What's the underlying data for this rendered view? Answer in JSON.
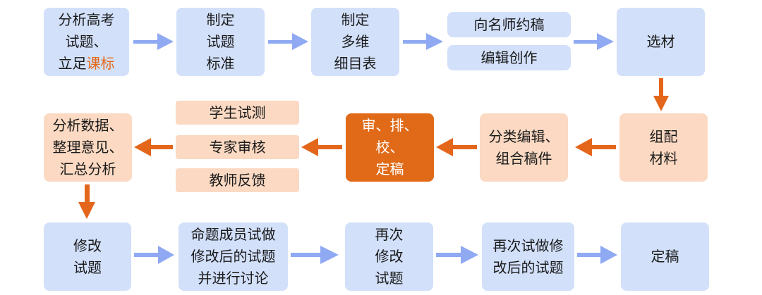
{
  "colors": {
    "blue_fill": "#d2e0fa",
    "peach_fill": "#fbd9c2",
    "dark_fill": "#e06a18",
    "blue_arrow": "#8fa9f3",
    "orange_arrow": "#e4661b",
    "highlight_text": "#e46a1c"
  },
  "nodes": {
    "analyze": {
      "lines": [
        "分析高考",
        "试题、"
      ],
      "line3_prefix": "立足",
      "line3_highlight": "课标"
    },
    "set_criteria": {
      "lines": [
        "制定",
        "试题",
        "标准"
      ]
    },
    "multi_table": {
      "lines": [
        "制定",
        "多维",
        "细目表"
      ]
    },
    "solicit": {
      "lines": [
        "向名师约稿"
      ]
    },
    "edit_create": {
      "lines": [
        "编辑创作"
      ]
    },
    "select": {
      "lines": [
        "选材"
      ]
    },
    "compose": {
      "lines": [
        "组配",
        "材料"
      ]
    },
    "classify": {
      "lines": [
        "分类编辑、",
        "组合稿件"
      ]
    },
    "review": {
      "lines": [
        "审、排、",
        "校、",
        "定稿"
      ]
    },
    "student_test": {
      "lines": [
        "学生试测"
      ]
    },
    "expert_review": {
      "lines": [
        "专家审核"
      ]
    },
    "teacher_feedback": {
      "lines": [
        "教师反馈"
      ]
    },
    "data_analysis": {
      "lines": [
        "分析数据、",
        "整理意见、",
        "汇总分析"
      ]
    },
    "revise": {
      "lines": [
        "修改",
        "试题"
      ]
    },
    "member_test": {
      "lines": [
        "命题成员试做",
        "修改后的试题",
        "并进行讨论"
      ]
    },
    "revise_again": {
      "lines": [
        "再次",
        "修改",
        "试题"
      ]
    },
    "retest": {
      "lines": [
        "再次试做修",
        "改后的试题"
      ]
    },
    "finalize": {
      "lines": [
        "定稿"
      ]
    }
  }
}
